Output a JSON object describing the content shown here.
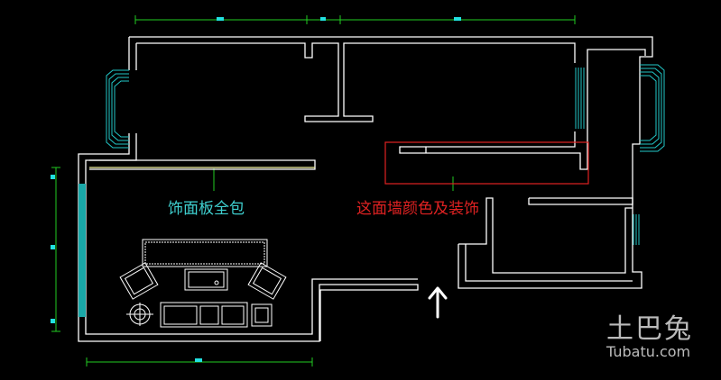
{
  "labels": {
    "panel_wrap": "饰面板全包",
    "feature_wall": "这面墙颜色及装饰"
  },
  "watermark": {
    "cn": "土巴兔",
    "en": "Tubatu.com"
  },
  "colors": {
    "background": "#000000",
    "wall": "#ffffff",
    "dimension": "#22cc22",
    "window": "#22c7c7",
    "panel_line": "#f2f2a0",
    "highlight_box": "#e02222",
    "label_cyan": "#3fd0d0",
    "label_red": "#e02222"
  },
  "icons": [
    "entrance-arrow-icon",
    "sofa-set-icon"
  ]
}
